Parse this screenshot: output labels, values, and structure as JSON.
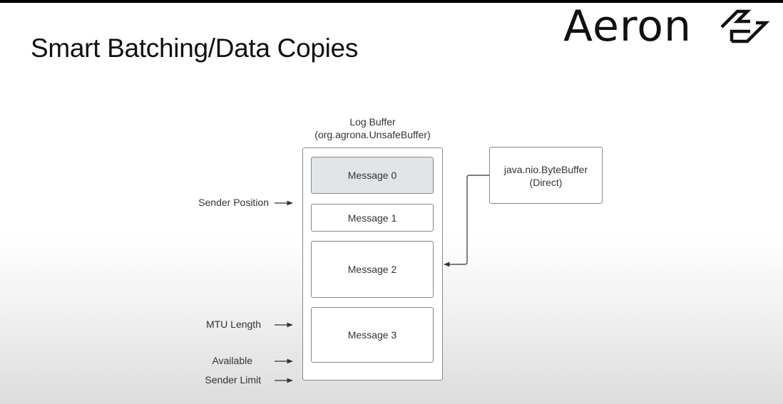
{
  "slide": {
    "title": "Smart Batching/Data Copies",
    "logo_text": "Aeron"
  },
  "log_buffer": {
    "caption_line1": "Log Buffer",
    "caption_line2": "(org.agrona.UnsafeBuffer)",
    "messages": [
      {
        "label": "Message 0"
      },
      {
        "label": "Message 1"
      },
      {
        "label": "Message 2"
      },
      {
        "label": "Message 3"
      }
    ]
  },
  "byte_buffer": {
    "line1": "java.nio.ByteBuffer",
    "line2": "(Direct)"
  },
  "pointers": {
    "sender_position": "Sender Position",
    "mtu_length": "MTU Length",
    "available": "Available",
    "sender_limit": "Sender Limit"
  }
}
